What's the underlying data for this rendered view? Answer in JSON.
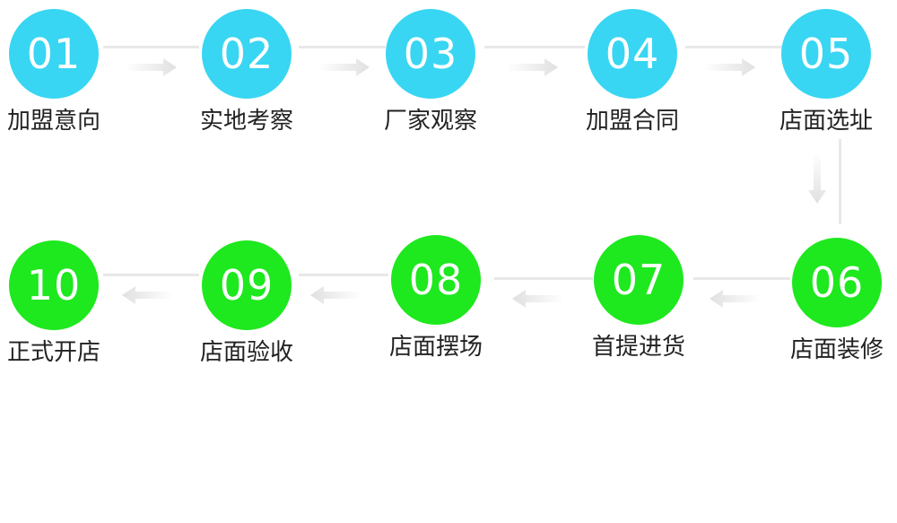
{
  "colors": {
    "row1_circle": "#38D6F2",
    "row2_circle": "#1EE81E",
    "connector": "#E8E8E8",
    "arrow": "#E6E6E6",
    "label_text": "#222222"
  },
  "steps": [
    {
      "number": "01",
      "label": "加盟意向"
    },
    {
      "number": "02",
      "label": "实地考察"
    },
    {
      "number": "03",
      "label": "厂家观察"
    },
    {
      "number": "04",
      "label": "加盟合同"
    },
    {
      "number": "05",
      "label": "店面选址"
    },
    {
      "number": "06",
      "label": "店面装修"
    },
    {
      "number": "07",
      "label": "首提进货"
    },
    {
      "number": "08",
      "label": "店面摆场"
    },
    {
      "number": "09",
      "label": "店面验收"
    },
    {
      "number": "10",
      "label": "正式开店"
    }
  ],
  "icons": {
    "arrow_right": "arrow-right-icon",
    "arrow_left": "arrow-left-icon",
    "arrow_down": "arrow-down-icon"
  }
}
